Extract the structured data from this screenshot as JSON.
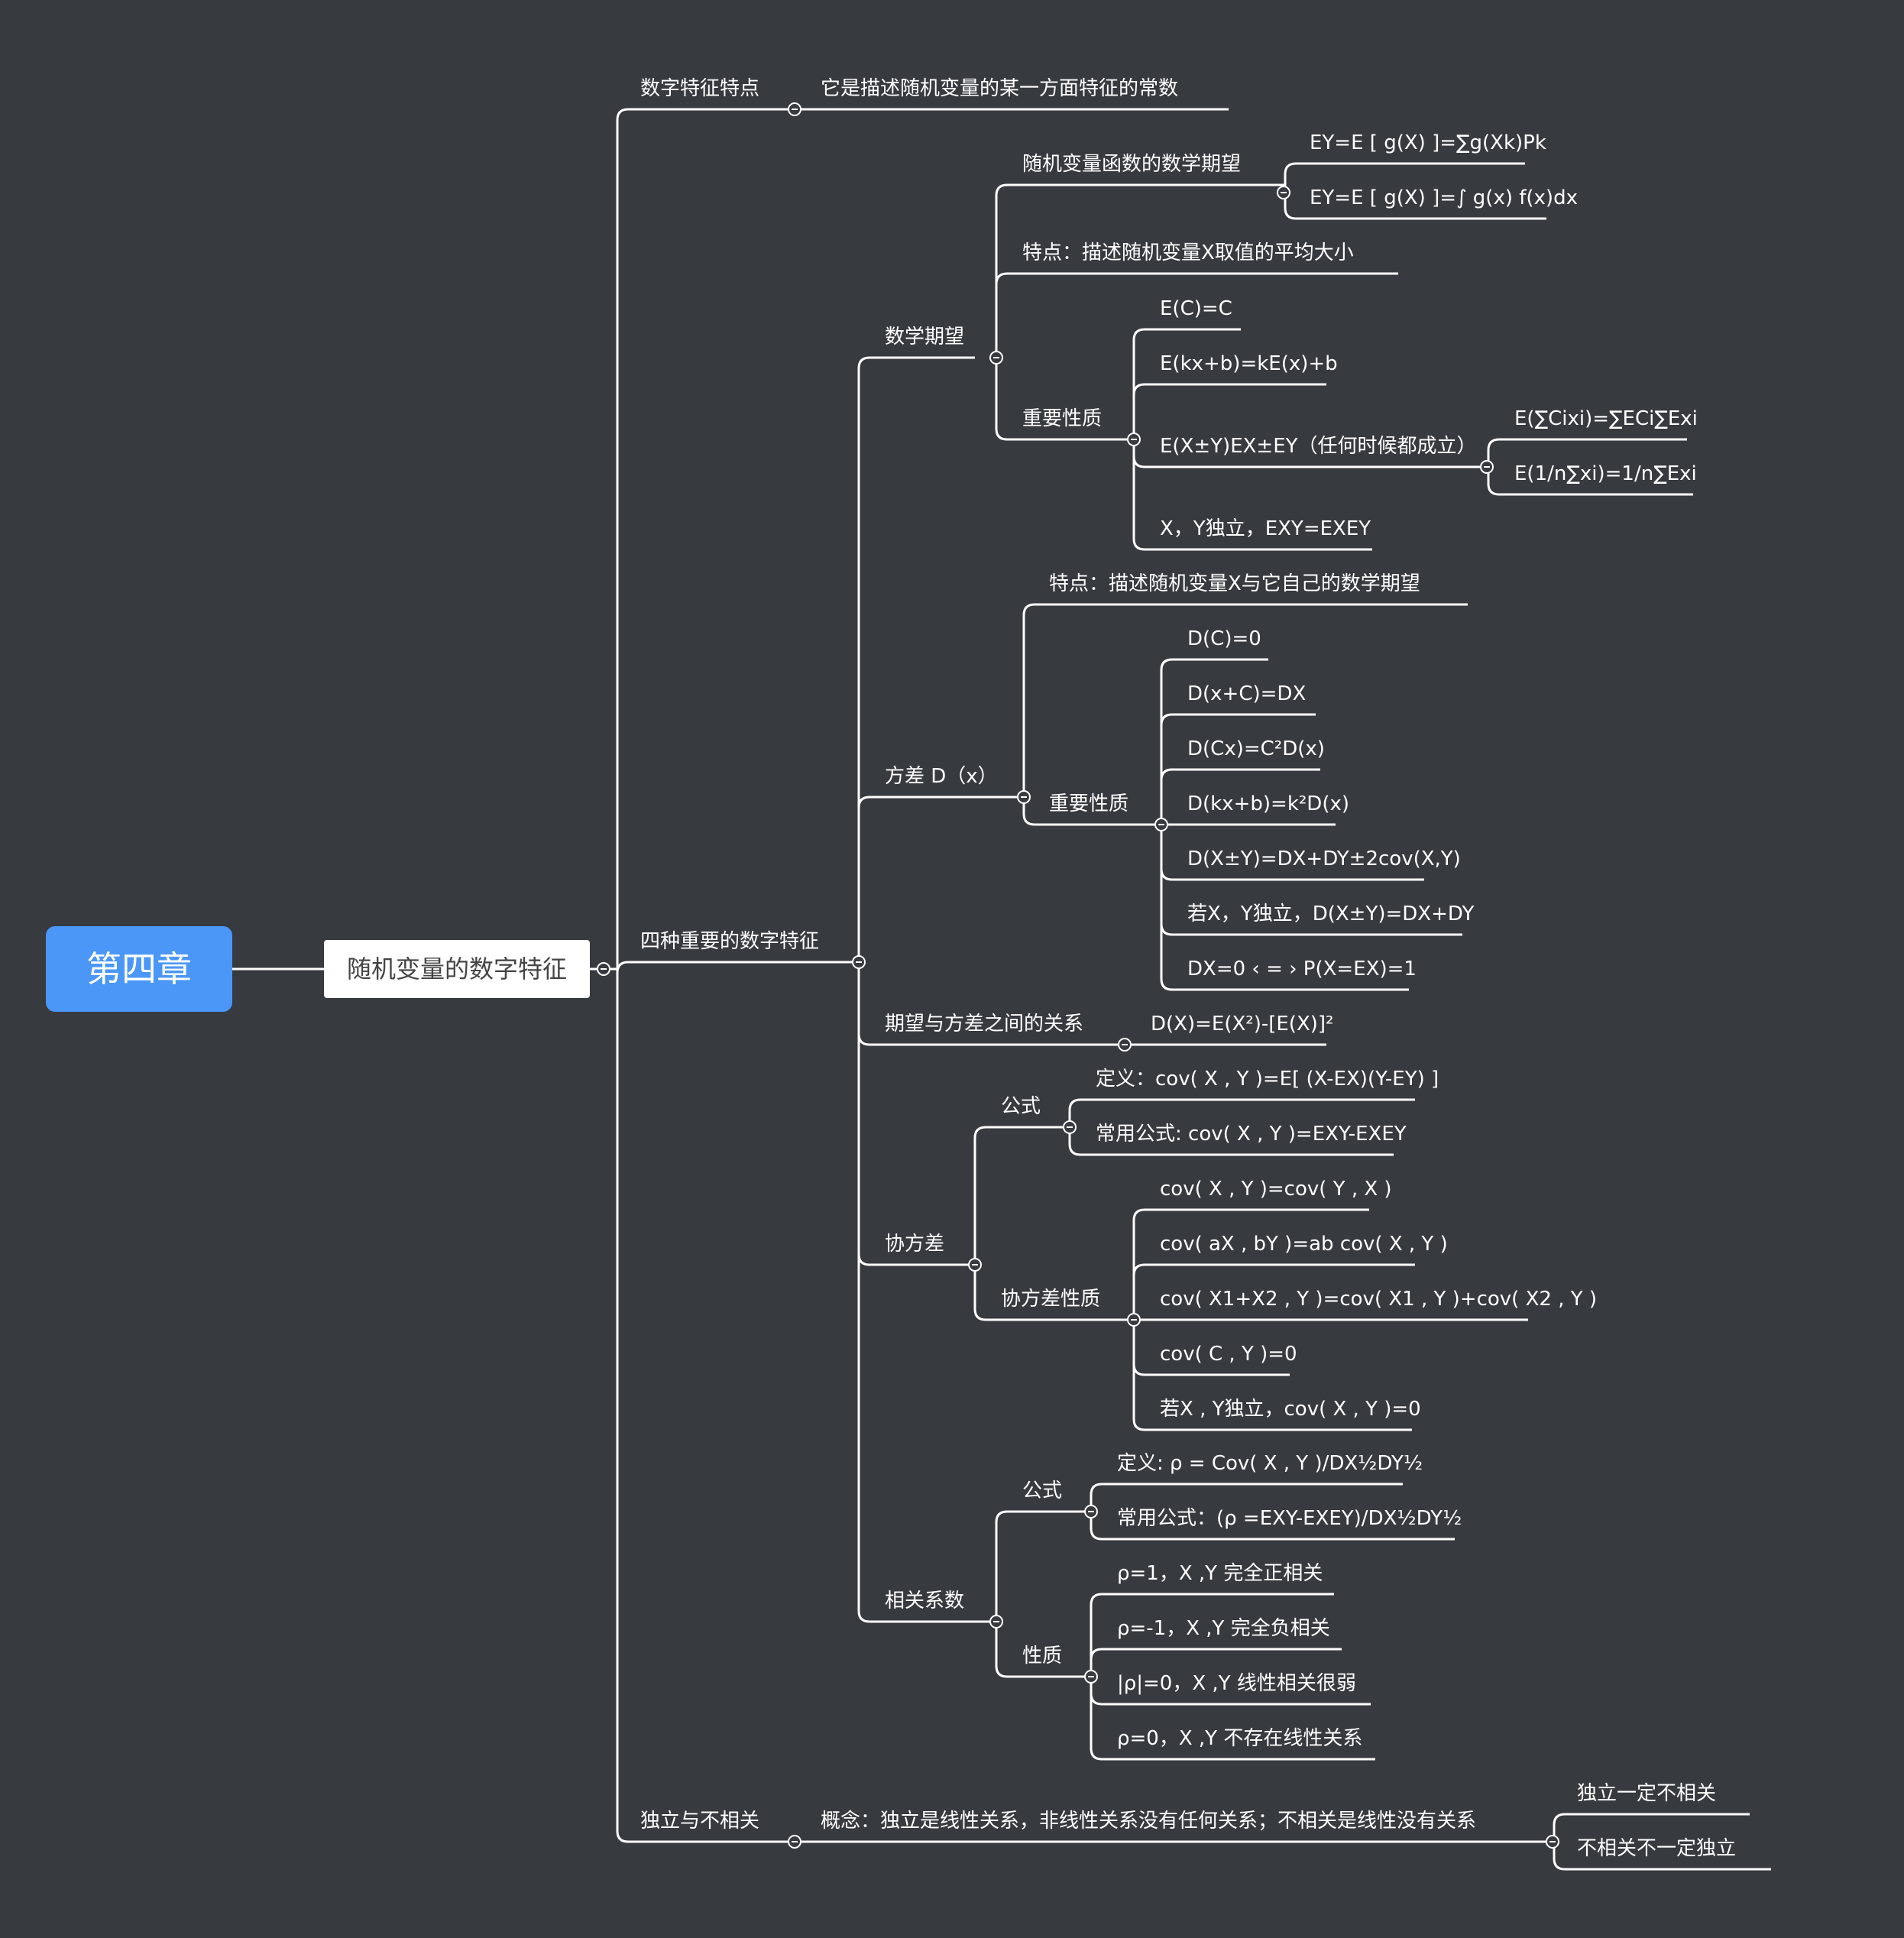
{
  "root": "第四章",
  "main": "随机变量的数字特征",
  "n": {
    "a1": "数字特征特点",
    "a1c": "它是描述随机变量的某一方面特征的常数",
    "a2": "四种重要的数字特征",
    "a3": "独立与不相关",
    "a3c": "概念：独立是线性关系，非线性关系没有任何关系；不相关是线性没有关系",
    "a3c1": "独立一定不相关",
    "a3c2": "不相关不一定独立",
    "e": "数学期望",
    "e1": "随机变量函数的数学期望",
    "e1a": "EY=E [ g(X) ]=∑g(Xk)Pk",
    "e1b": "EY=E [ g(X) ]=∫ g(x) f(x)dx",
    "e2": "特点：描述随机变量X取值的平均大小",
    "e3": "重要性质",
    "e3a": "E(C)=C",
    "e3b": "E(kx+b)=kE(x)+b",
    "e3c": "E(X±Y)EX±EY（任何时候都成立）",
    "e3c1": "E(∑Cixi)=∑ECi∑Exi",
    "e3c2": "E(1/n∑xi)=1/n∑Exi",
    "e3d": "X，Y独立，EXY=EXEY",
    "d": "方差 D（x）",
    "d1": "特点：描述随机变量X与它自己的数学期望",
    "d2": "重要性质",
    "d2a": "D(C)=0",
    "d2b": "D(x+C)=DX",
    "d2c": "D(Cx)=C²D(x)",
    "d2d": "D(kx+b)=k²D(x)",
    "d2e": "D(X±Y)=DX+DY±2cov(X,Y)",
    "d2f": "若X，Y独立，D(X±Y)=DX+DY",
    "d2g": "DX=0 ‹ = › P(X=EX)=1",
    "r": "期望与方差之间的关系",
    "r1": "D(X)=E(X²)-[E(X)]²",
    "c": "协方差",
    "c1": "公式",
    "c1a": "定义：cov( X , Y )=E[ (X-EX)(Y-EY) ]",
    "c1b": "常用公式: cov( X , Y )=EXY-EXEY",
    "c2": "协方差性质",
    "c2a": "cov( X , Y )=cov( Y , X )",
    "c2b": "cov( aX , bY )=ab cov( X , Y )",
    "c2c": "cov( X1+X2 , Y )=cov( X1 , Y )+cov( X2 , Y )",
    "c2d": "cov( C , Y )=0",
    "c2e": "若X , Y独立，cov( X , Y )=0",
    "p": "相关系数",
    "p1": "公式",
    "p1a": "定义: ρ = Cov( X , Y )/DX½DY½",
    "p1b": "常用公式：(ρ =EXY-EXEY)/DX½DY½",
    "p2": "性质",
    "p2a": "ρ=1，X ,Y 完全正相关",
    "p2b": "ρ=-1，X ,Y 完全负相关",
    "p2c": "|ρ|=0，X ,Y 线性相关很弱",
    "p2d": "ρ=0，X ,Y 不存在线性关系"
  }
}
